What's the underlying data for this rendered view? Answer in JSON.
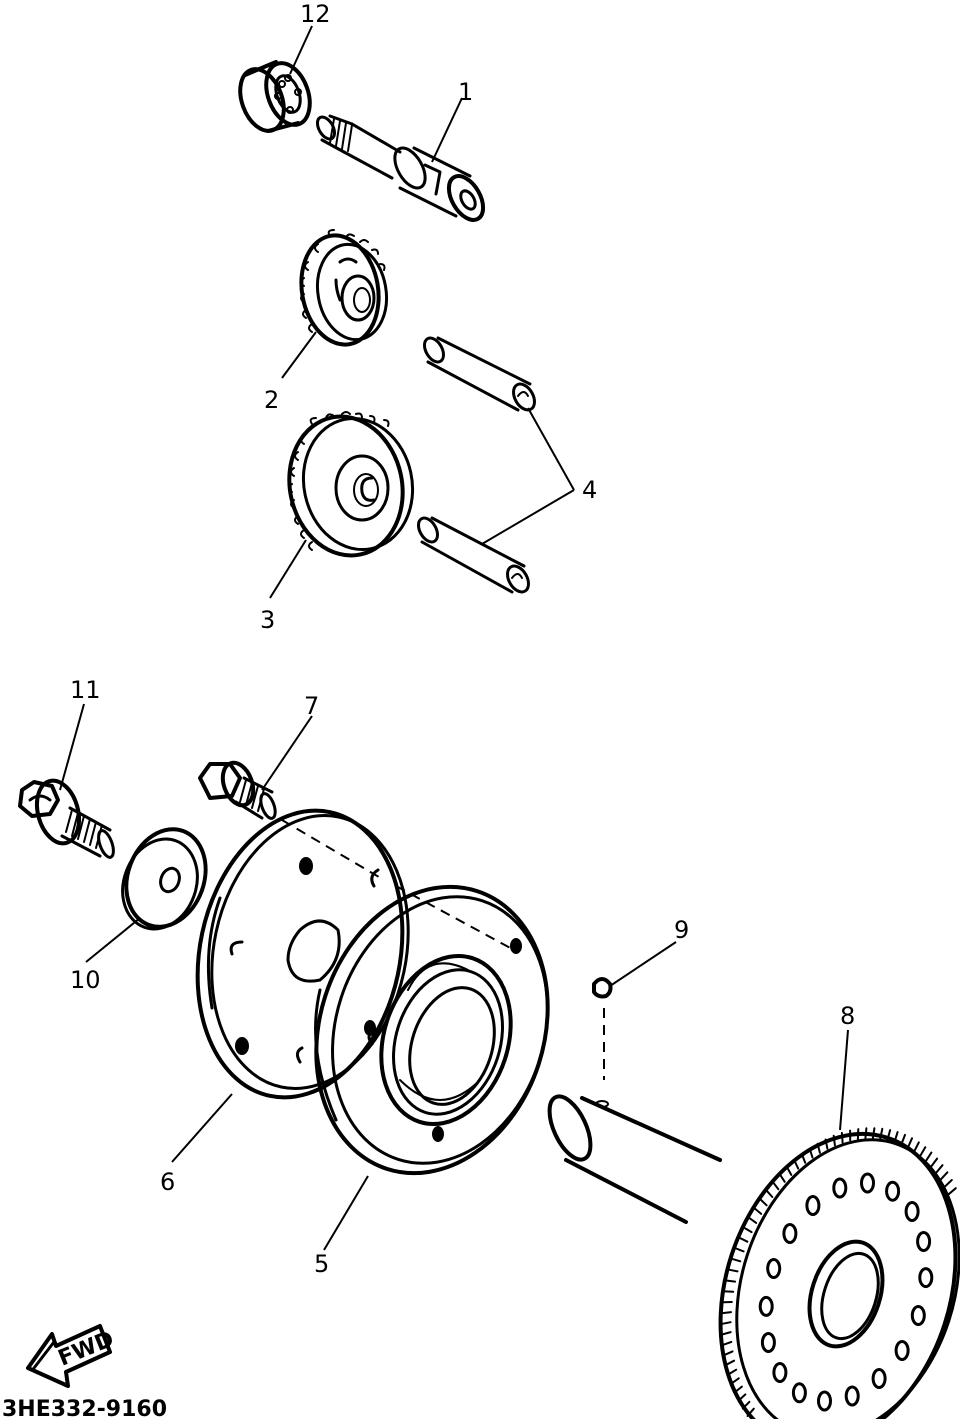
{
  "diagram": {
    "drawing_code": "3HE332-9160",
    "direction_arrow_label": "FWD",
    "ink_color": "#000000",
    "background_color": "#ffffff",
    "callouts": {
      "p1": "1",
      "p2": "2",
      "p3": "3",
      "p4": "4",
      "p5": "5",
      "p6": "6",
      "p7": "7",
      "p8": "8",
      "p9": "9",
      "p10": "10",
      "p11": "11",
      "p12": "12"
    }
  }
}
